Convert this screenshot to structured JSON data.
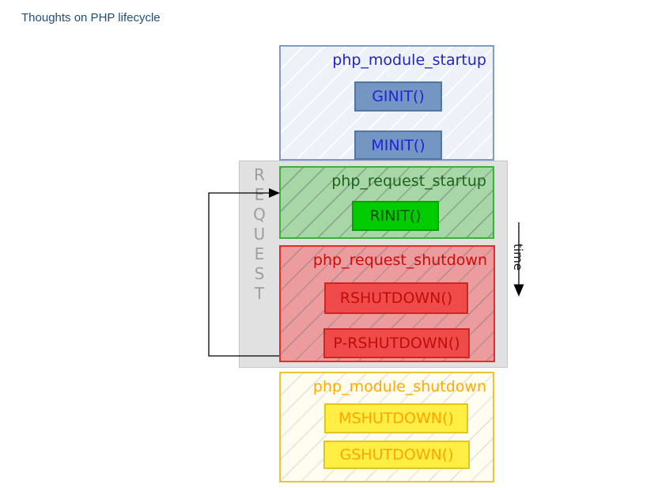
{
  "page": {
    "title": "Thoughts on PHP lifecycle"
  },
  "diagram": {
    "request_band": {
      "label": "REQUEST",
      "letters": [
        "R",
        "E",
        "Q",
        "U",
        "E",
        "S",
        "T"
      ]
    },
    "time_axis": {
      "label": "time"
    },
    "phases": [
      {
        "id": "php_module_startup",
        "title": "php_module_startup",
        "functions": [
          "GINIT()",
          "MINIT()"
        ]
      },
      {
        "id": "php_request_startup",
        "title": "php_request_startup",
        "functions": [
          "RINIT()"
        ]
      },
      {
        "id": "php_request_shutdown",
        "title": "php_request_shutdown",
        "functions": [
          "RSHUTDOWN()",
          "P-RSHUTDOWN()"
        ]
      },
      {
        "id": "php_module_shutdown",
        "title": "php_module_shutdown",
        "functions": [
          "MSHUTDOWN()",
          "GSHUTDOWN()"
        ]
      }
    ],
    "colors": {
      "title_text": "#1f4e79",
      "module_startup_accent": "#2323cd",
      "module_startup_fill": "#edf2f9",
      "module_startup_function_fill": "#7396c3",
      "request_startup_accent": "#1c641c",
      "request_startup_fill": "#a7d7a7",
      "request_startup_function_fill": "#00cc00",
      "request_shutdown_accent": "#cc0b0b",
      "request_shutdown_fill": "#ec9c9c",
      "request_shutdown_function_fill": "#f04b4b",
      "module_shutdown_accent": "#ffaa00",
      "module_shutdown_fill": "#fffdf0",
      "module_shutdown_function_fill": "#ffee44",
      "request_band_fill": "#e1e1e1",
      "arrow_stroke": "#000000"
    }
  }
}
